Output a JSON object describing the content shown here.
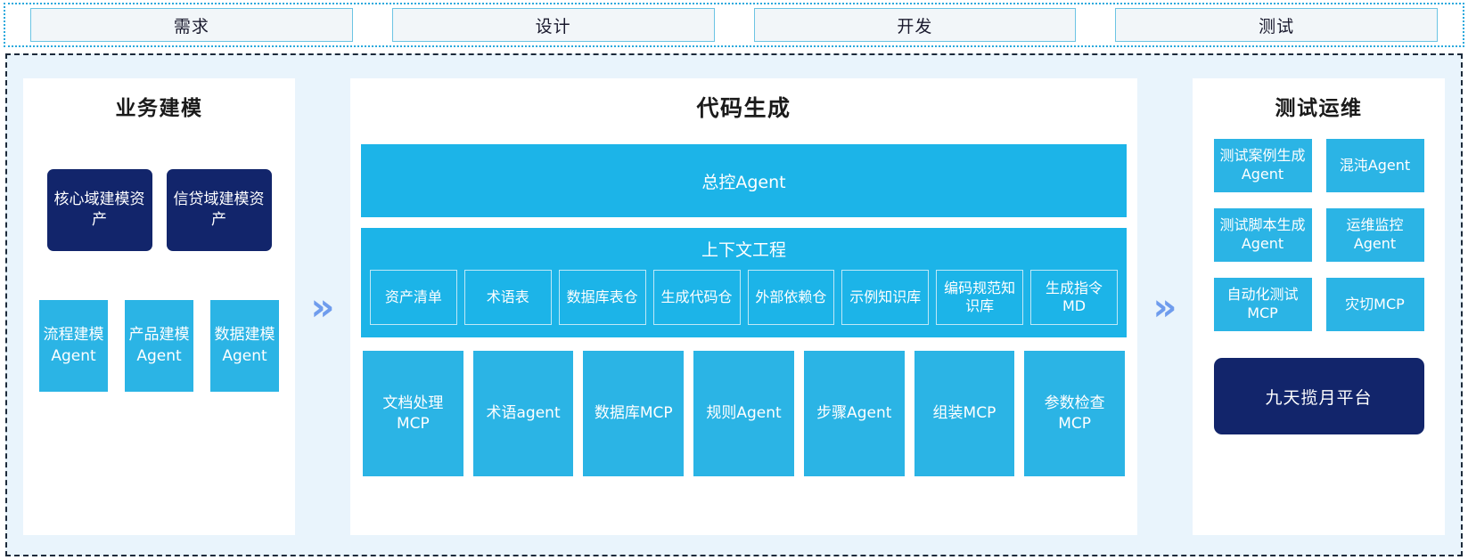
{
  "colors": {
    "cyan": "#1cb4e8",
    "card_cyan": "#2bb4e5",
    "navy": "#12256b",
    "chevron": "#6f9ced",
    "panel_bg": "#e9f4fc",
    "phase_fill": "#f2f6f9",
    "phase_border": "#6cc4e4"
  },
  "phases": [
    {
      "label": "需求"
    },
    {
      "label": "设计"
    },
    {
      "label": "开发"
    },
    {
      "label": "测试"
    }
  ],
  "connectors": {
    "left_to_center": "»",
    "center_to_right": "»"
  },
  "left_panel": {
    "title": "业务建模",
    "assets": [
      {
        "label": "核心域建模资产"
      },
      {
        "label": "信贷域建模资产"
      }
    ],
    "agents": [
      {
        "label": "流程建模Agent"
      },
      {
        "label": "产品建模Agent"
      },
      {
        "label": "数据建模Agent"
      }
    ]
  },
  "center_panel": {
    "title": "代码生成",
    "master_agent": "总控Agent",
    "context": {
      "title": "上下文工程",
      "chips": [
        {
          "label": "资产清单"
        },
        {
          "label": "术语表"
        },
        {
          "label": "数据库表仓"
        },
        {
          "label": "生成代码仓"
        },
        {
          "label": "外部依赖仓"
        },
        {
          "label": "示例知识库"
        },
        {
          "label": "编码规范知识库"
        },
        {
          "label": "生成指令MD"
        }
      ]
    },
    "tools": [
      {
        "label": "文档处理MCP"
      },
      {
        "label": "术语agent"
      },
      {
        "label": "数据库MCP"
      },
      {
        "label": "规则Agent"
      },
      {
        "label": "步骤Agent"
      },
      {
        "label": "组装MCP"
      },
      {
        "label": "参数检查MCP"
      }
    ]
  },
  "right_panel": {
    "title": "测试运维",
    "cards": [
      {
        "label": "测试案例生成Agent"
      },
      {
        "label": "混沌Agent"
      },
      {
        "label": "测试脚本生成Agent"
      },
      {
        "label": "运维监控Agent"
      },
      {
        "label": "自动化测试MCP"
      },
      {
        "label": "灾切MCP"
      }
    ],
    "platform": "九天揽月平台"
  }
}
